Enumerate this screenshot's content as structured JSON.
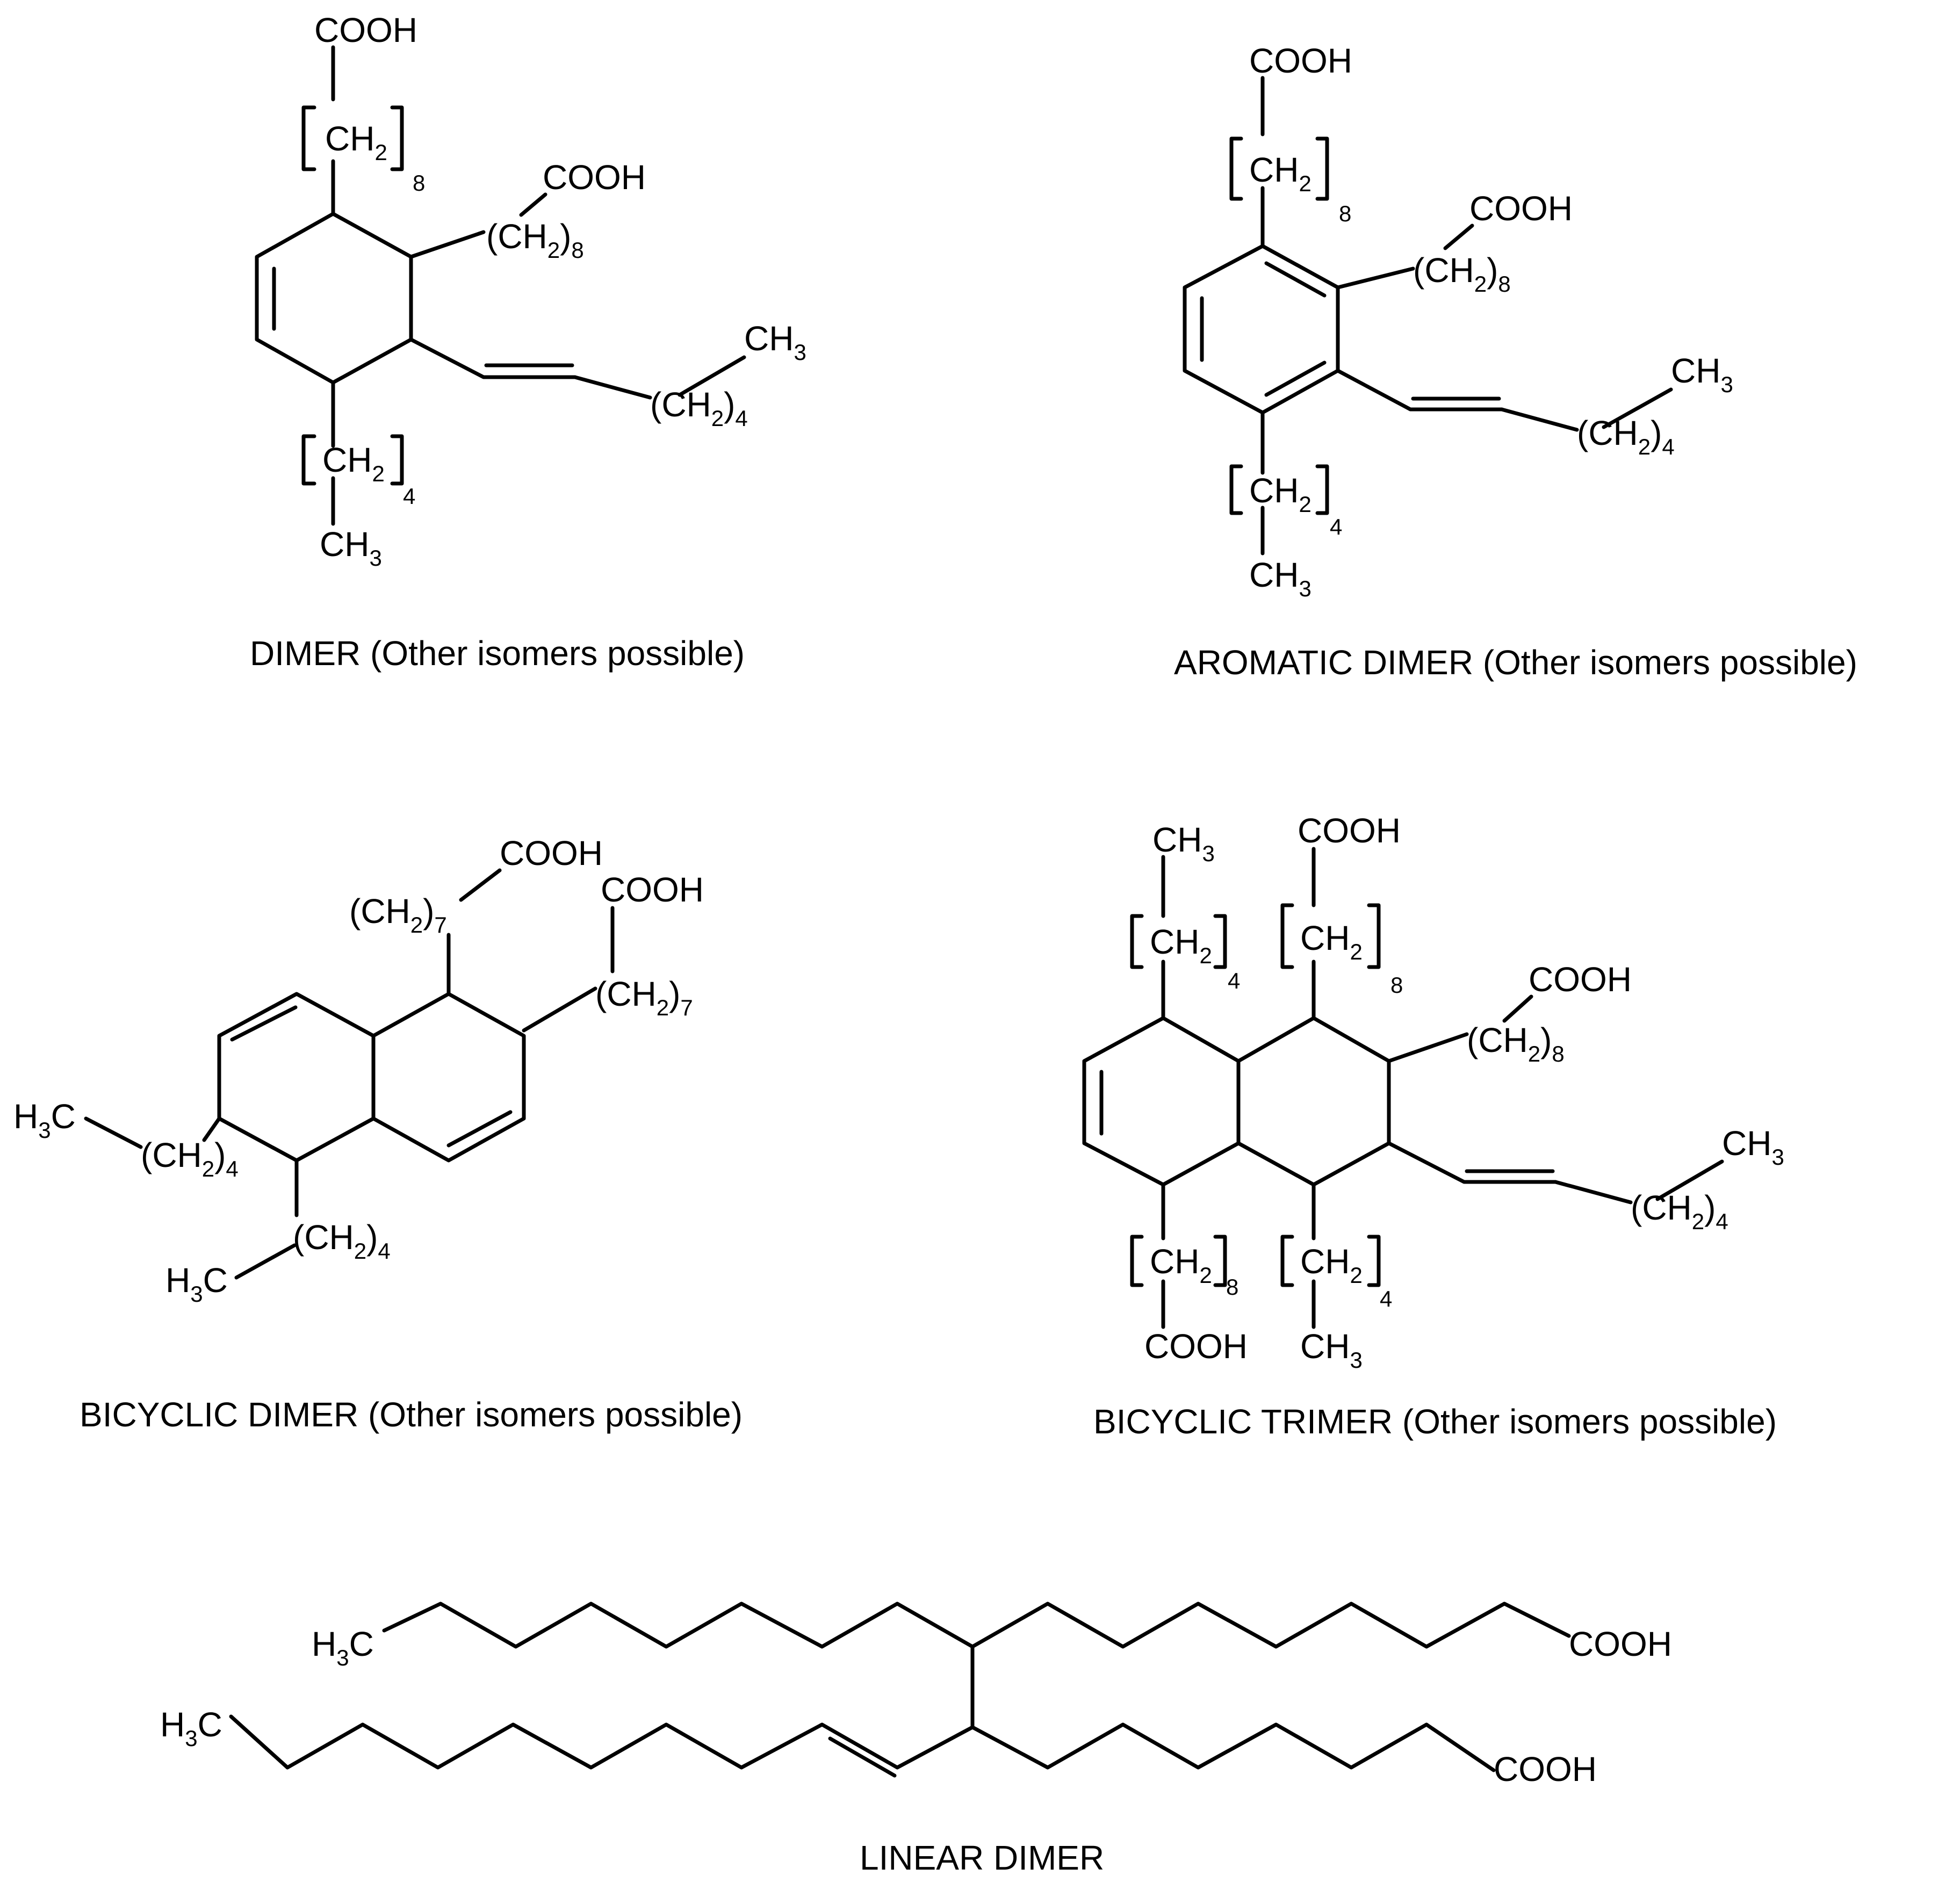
{
  "diagram": {
    "title": "",
    "captions": {
      "dimer": "DIMER (Other isomers possible)",
      "aromatic_dimer": "AROMATIC DIMER (Other isomers possible)",
      "bicyclic_dimer": "BICYCLIC DIMER (Other isomers possible)",
      "bicyclic_trimer": "BICYCLIC TRIMER (Other isomers possible)",
      "linear_dimer": "LINEAR DIMER"
    },
    "groups": {
      "cooh": "COOH",
      "ch2": "CH",
      "ch2_sub": "2",
      "ch3": "CH",
      "ch3_sub": "3",
      "h3c": "H",
      "h3c_sub": "3",
      "c": "C",
      "open_paren": "(",
      "close_paren": ")",
      "n8": "8",
      "n7": "7",
      "n4": "4"
    }
  },
  "colors": {
    "ink": "#000000",
    "background": "#ffffff"
  }
}
